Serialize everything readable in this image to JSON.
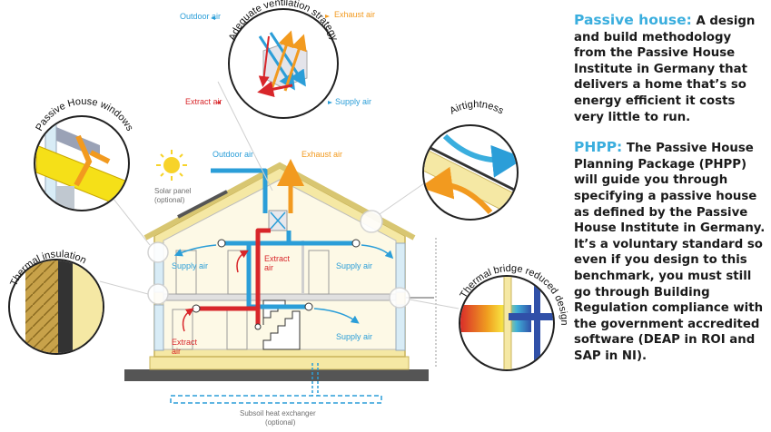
{
  "labels": {
    "ventilation_title": "Adequate ventilation strategy",
    "vent_outdoor_air": "Outdoor air",
    "vent_exhaust_air": "Exhaust air",
    "vent_extract_air": "Extract air",
    "vent_supply_air": "Supply air",
    "windows_title": "Passive House windows",
    "airtightness_title": "Airtightness",
    "insulation_title": "Thermal insulation",
    "thermal_bridge_title": "Thermal bridge reduced design",
    "solar_panel": "Solar panel",
    "solar_optional": "(optional)",
    "roof_outdoor_air": "Outdoor air",
    "roof_exhaust_air": "Exhaust air",
    "supply_air_upper_left": "Supply air",
    "supply_air_upper_right": "Supply air",
    "supply_air_lower_right": "Supply air",
    "extract_air_upper_1": "Extract",
    "extract_air_upper_2": "air",
    "extract_air_lower_1": "Extract",
    "extract_air_lower_2": "air",
    "subsoil_1": "Subsoil heat exchanger",
    "subsoil_2": "(optional)"
  },
  "text": {
    "passive_heading": "Passive house:",
    "passive_body": " A design and build methodology from the Passive House Institute in Germany that delivers a home that’s so energy efficient it costs very little to run.",
    "phpp_heading": "PHPP:",
    "phpp_body": " The Passive House Planning Package (PHPP) will guide you through specifying a passive house as defined by the Passive House Institute in Germany. It’s a voluntary standard so even if you design to this benchmark, you must still go through Building Regulation compliance with the government accredited software (DEAP in ROI and SAP in NI)."
  },
  "colors": {
    "supply": "#2b9ed8",
    "extract": "#d8262a",
    "exhaust": "#f29a1f",
    "heading": "#3aaede",
    "wall": "#f5e8a4",
    "ground": "#555555"
  }
}
